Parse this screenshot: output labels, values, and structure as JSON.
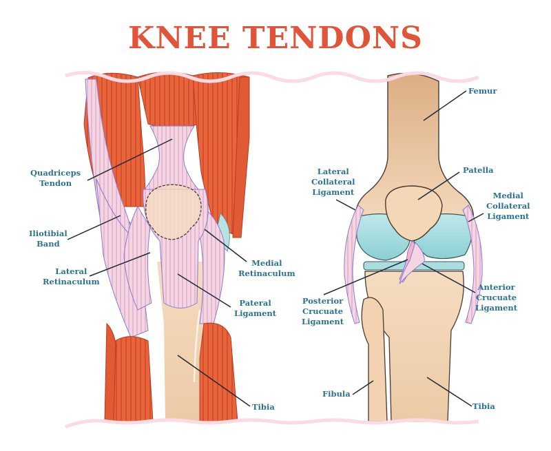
{
  "title": "KNEE TENDONS",
  "colors": {
    "title": "#e0553a",
    "label": "#2a7392",
    "muscle": "#e8643a",
    "muscle_stripe": "#c23a22",
    "tendon": "#f6d4e2",
    "tendon_stripe": "#9c8ed0",
    "bone": "#f2d4b2",
    "bone_dark": "#deb088",
    "cartilage": "#a9dde0",
    "outline": "#4a3a30",
    "wave": "#fadbe4",
    "leader": "#1e2a3a"
  },
  "front_view": {
    "labels": [
      {
        "id": "quadriceps-tendon",
        "lines": [
          "Quadriceps",
          "Tendon"
        ]
      },
      {
        "id": "iliotibial-band",
        "lines": [
          "Iliotibial",
          "Band"
        ]
      },
      {
        "id": "lateral-retinaculum",
        "lines": [
          "Lateral",
          "Retinaculum"
        ]
      },
      {
        "id": "medial-retinaculum",
        "lines": [
          "Medial",
          "Retinaculum"
        ]
      },
      {
        "id": "pateral-ligament",
        "lines": [
          "Pateral",
          "Ligament"
        ]
      },
      {
        "id": "tibia",
        "lines": [
          "Tibia"
        ]
      }
    ]
  },
  "joint_view": {
    "labels": [
      {
        "id": "femur",
        "lines": [
          "Femur"
        ]
      },
      {
        "id": "patella",
        "lines": [
          "Patella"
        ]
      },
      {
        "id": "lateral-collateral-ligament",
        "lines": [
          "Lateral",
          "Collateral",
          "Ligament"
        ]
      },
      {
        "id": "medial-collateral-ligament",
        "lines": [
          "Medial",
          "Collateral",
          "Ligament"
        ]
      },
      {
        "id": "posterior-crucuate-ligament",
        "lines": [
          "Posterior",
          "Crucuate",
          "Ligament"
        ]
      },
      {
        "id": "anterior-crucuate-ligament",
        "lines": [
          "Anterior",
          "Crucuate",
          "Ligament"
        ]
      },
      {
        "id": "fibula",
        "lines": [
          "Fibula"
        ]
      },
      {
        "id": "tibia",
        "lines": [
          "Tibia"
        ]
      }
    ]
  }
}
